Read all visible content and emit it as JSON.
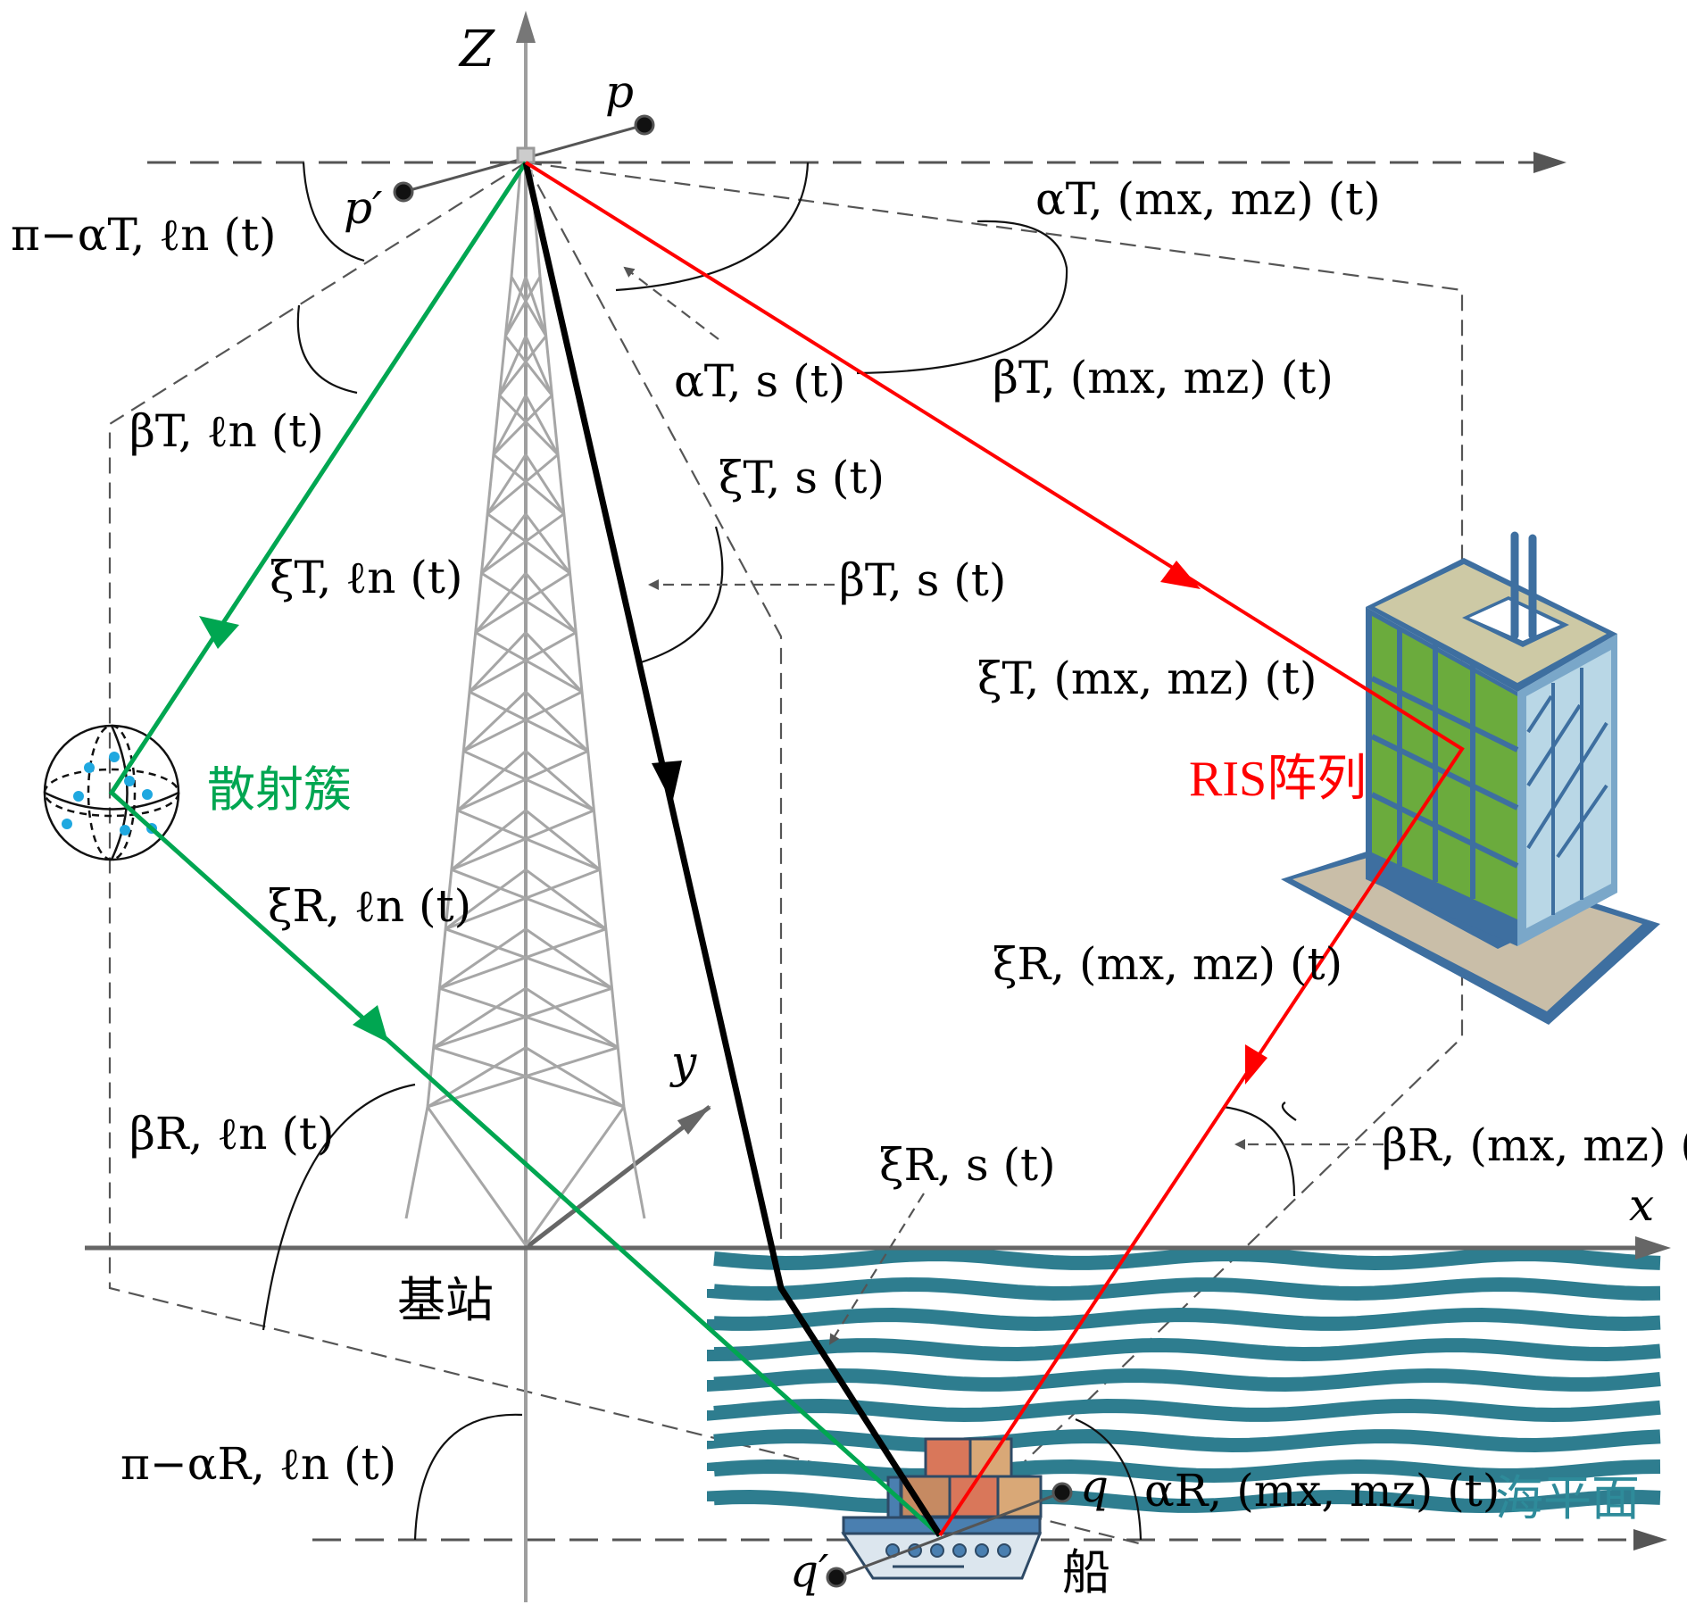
{
  "axes": {
    "z": "Z",
    "y": "y",
    "x": "x"
  },
  "points": {
    "p": "p",
    "p_prime": "p′",
    "q": "q",
    "q_prime": "q′"
  },
  "nodes": {
    "base_station": "基站",
    "scatter_cluster": "散射簇",
    "ris_array": "RIS阵列",
    "sea_surface": "海平面",
    "ship": "船"
  },
  "angles": {
    "pi_alpha_T_l": "π−αT, ℓn (t)",
    "beta_T_l": "βT, ℓn (t)",
    "xi_T_l": "ξT, ℓn (t)",
    "xi_R_l": "ξR, ℓn (t)",
    "beta_R_l": "βR, ℓn (t)",
    "pi_alpha_R_l": "π−αR, ℓn (t)",
    "alpha_T_s": "αT, s (t)",
    "xi_T_s": "ξT, s (t)",
    "beta_T_s": "βT, s (t)",
    "xi_R_s": "ξR, s (t)",
    "alpha_T_m": "αT, (mx, mz) (t)",
    "beta_T_m": "βT, (mx, mz) (t)",
    "xi_T_m": "ξT, (mx, mz) (t)",
    "xi_R_m": "ξR, (mx, mz) (t)",
    "beta_R_m": "βR, (mx, mz) (t)",
    "alpha_R_m": "αR, (mx, mz) (t)"
  },
  "colors": {
    "scatter_path": "#00a651",
    "ris_path": "#ff0000",
    "los_path": "#000000",
    "sea": "#2e7d8f",
    "ris_label": "#ff0000",
    "cluster_label": "#00a651",
    "sea_label": "#2e8b9a",
    "tower": "#9e9e9e",
    "building_green": "#6bab3d",
    "building_blue": "#3e6fa0",
    "building_glass": "#b9d7e6"
  }
}
